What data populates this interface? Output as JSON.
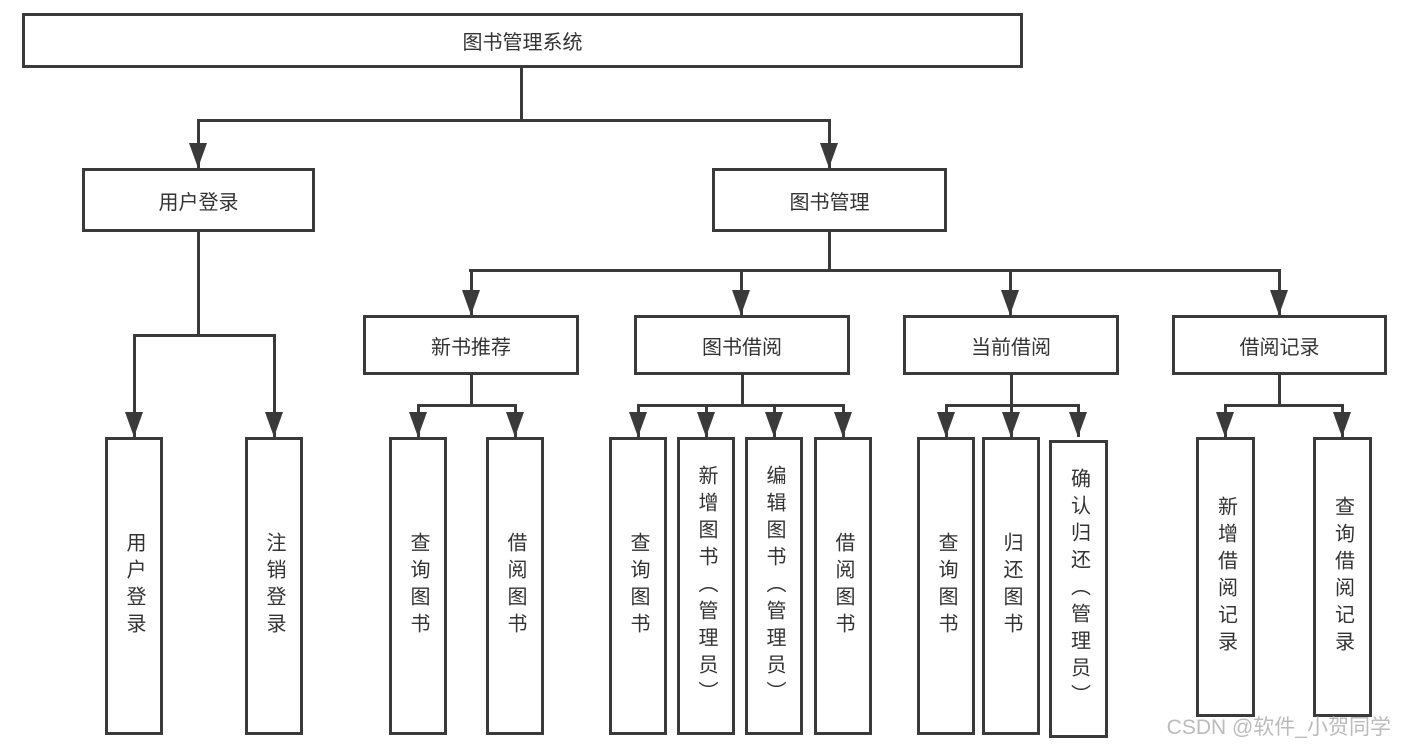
{
  "colors": {
    "line": "#3a3a3a",
    "box_border": "#3a3a3a",
    "text": "#333333",
    "background": "#ffffff",
    "watermark": "#b0b0b0"
  },
  "nodes": {
    "root": "图书管理系统",
    "user_login": "用户登录",
    "book_mgmt": "图书管理",
    "new_book_rec": "新书推荐",
    "book_borrow": "图书借阅",
    "current_borrow": "当前借阅",
    "borrow_record": "借阅记录",
    "leaf_user_login": "用户登录",
    "leaf_logout": "注销登录",
    "leaf_query_book_1": "查询图书",
    "leaf_borrow_book_1": "借阅图书",
    "leaf_query_book_2": "查询图书",
    "leaf_add_book": "新增图书（管理员）",
    "leaf_edit_book": "编辑图书（管理员）",
    "leaf_borrow_book_2": "借阅图书",
    "leaf_query_book_3": "查询图书",
    "leaf_return_book": "归还图书",
    "leaf_confirm_return": "确认归还（管理员）",
    "leaf_add_record": "新增借阅记录",
    "leaf_query_record": "查询借阅记录"
  },
  "hierarchy": {
    "图书管理系统": [
      "用户登录",
      "图书管理"
    ],
    "用户登录": [
      "用户登录",
      "注销登录"
    ],
    "图书管理": [
      "新书推荐",
      "图书借阅",
      "当前借阅",
      "借阅记录"
    ],
    "新书推荐": [
      "查询图书",
      "借阅图书"
    ],
    "图书借阅": [
      "查询图书",
      "新增图书（管理员）",
      "编辑图书（管理员）",
      "借阅图书"
    ],
    "当前借阅": [
      "查询图书",
      "归还图书",
      "确认归还（管理员）"
    ],
    "借阅记录": [
      "新增借阅记录",
      "查询借阅记录"
    ]
  },
  "watermark": {
    "text": "CSDN @软件_小贺同学"
  }
}
